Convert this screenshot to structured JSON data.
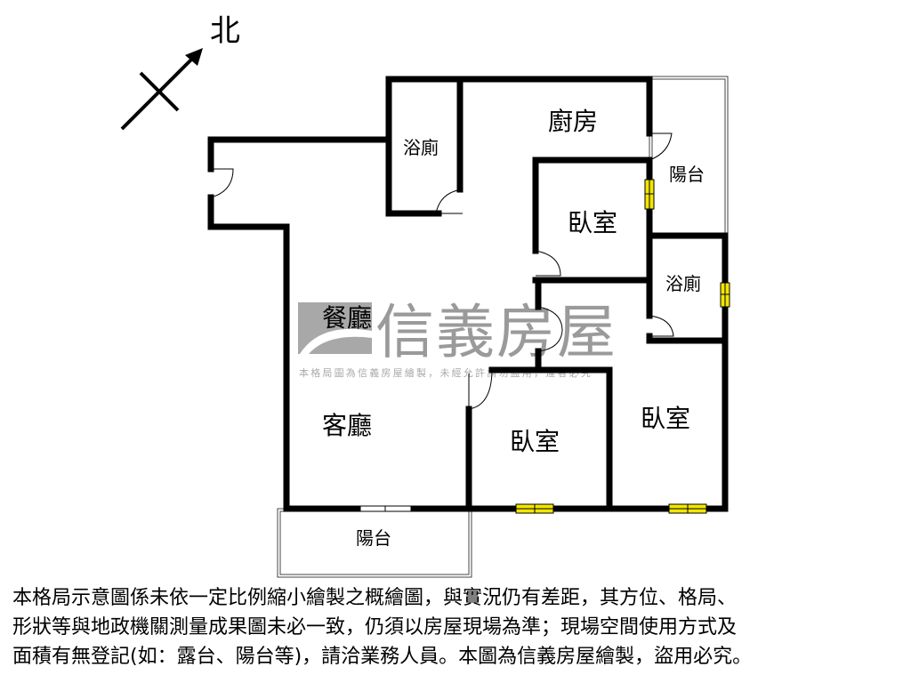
{
  "compass": {
    "label": "北"
  },
  "rooms": {
    "bath_top": "浴廁",
    "kitchen": "廚房",
    "balcony_right": "陽台",
    "bedroom_upper": "臥室",
    "bath_right": "浴廁",
    "dining": "餐廳",
    "living": "客廳",
    "bedroom_lower_left": "臥室",
    "bedroom_lower_right": "臥室",
    "balcony_bottom": "陽台"
  },
  "watermark": {
    "brand": "信義房屋",
    "notice": "本格局圖為信義房屋繪製，未經允許請勿盜用，違者必究"
  },
  "colors": {
    "wall": "#000000",
    "window": "#f2e600",
    "watermark": "#9a9a9a"
  },
  "disclaimer": {
    "lines": [
      "本格局示意圖係未依一定比例縮小繪製之概繪圖，與實況仍有差距，其方位、格局、",
      "形狀等與地政機關測量成果圖未必一致，仍須以房屋現場為準；現場空間使用方式及",
      "面積有無登記(如：露台、陽台等)，請洽業務人員。本圖為信義房屋繪製，盜用必究。"
    ]
  }
}
